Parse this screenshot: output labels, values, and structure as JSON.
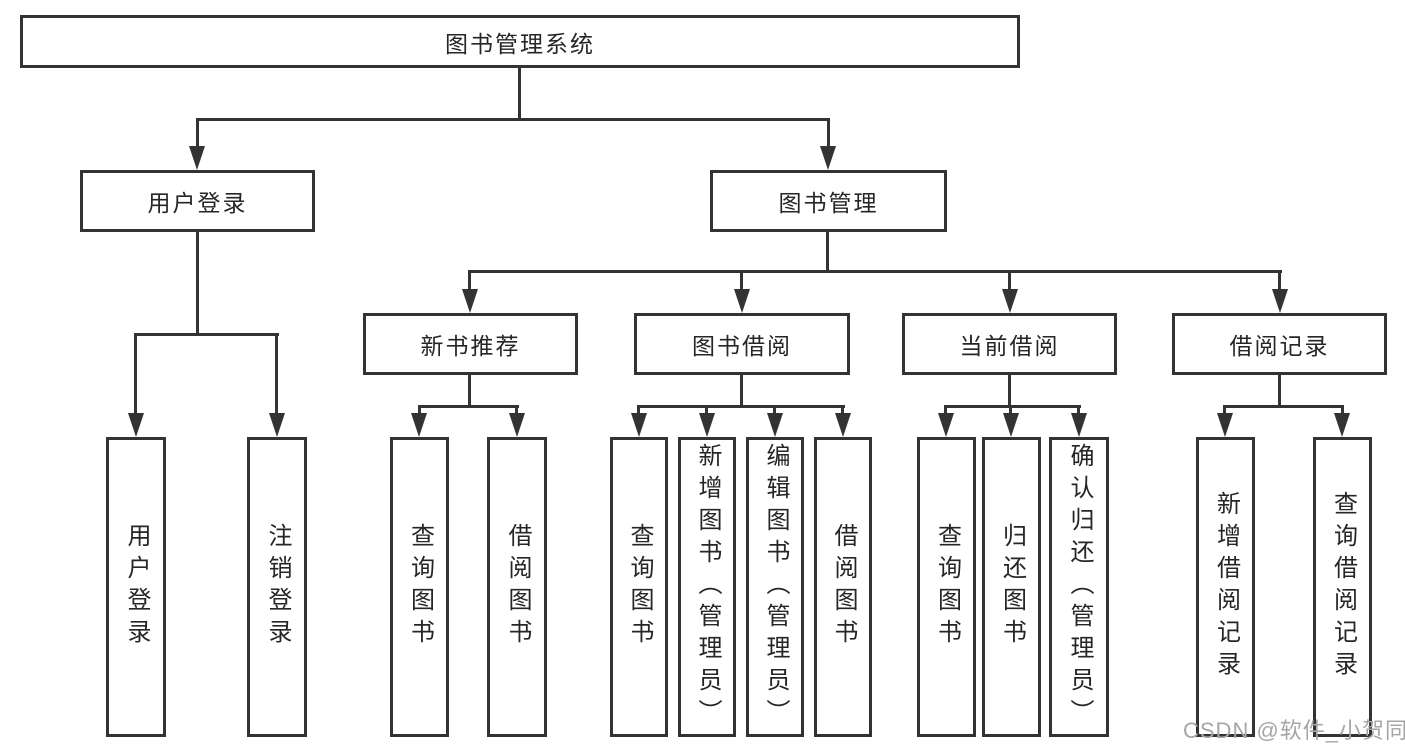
{
  "diagram": {
    "root": {
      "label": "图书管理系统"
    },
    "level2": [
      {
        "label": "用户登录"
      },
      {
        "label": "图书管理"
      }
    ],
    "level3": [
      {
        "label": "新书推荐"
      },
      {
        "label": "图书借阅"
      },
      {
        "label": "当前借阅"
      },
      {
        "label": "借阅记录"
      }
    ],
    "leaves": {
      "user_login": [
        {
          "label": "用户登录"
        },
        {
          "label": "注销登录"
        }
      ],
      "new_book": [
        {
          "label": "查询图书"
        },
        {
          "label": "借阅图书"
        }
      ],
      "book_borrow": [
        {
          "label": "查询图书"
        },
        {
          "label": "新增图书（管理员）"
        },
        {
          "label": "编辑图书（管理员）"
        },
        {
          "label": "借阅图书"
        }
      ],
      "current_borrow": [
        {
          "label": "查询图书"
        },
        {
          "label": "归还图书"
        },
        {
          "label": "确认归还（管理员）"
        }
      ],
      "borrow_records": [
        {
          "label": "新增借阅记录"
        },
        {
          "label": "查询借阅记录"
        }
      ]
    },
    "watermark": "CSDN @软件_小贺同学",
    "colors": {
      "line": "#333333",
      "text": "#262626",
      "watermark": "#a6a6a6",
      "background": "#ffffff"
    }
  }
}
